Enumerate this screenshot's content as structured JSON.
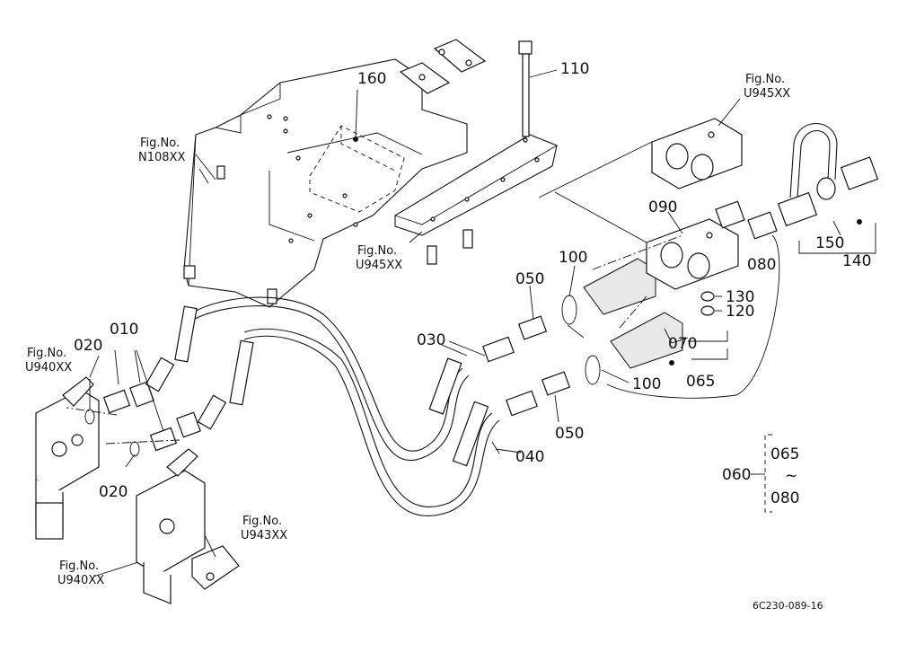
{
  "diagram": {
    "parts": {
      "p010": "010",
      "p020a": "020",
      "p020b": "020",
      "p030": "030",
      "p040": "040",
      "p050a": "050",
      "p050b": "050",
      "p060": "060",
      "p065a": "065",
      "p065b": "065",
      "p070": "070",
      "p080a": "080",
      "p080b": "080",
      "p090": "090",
      "p100a": "100",
      "p100b": "100",
      "p110": "110",
      "p120": "120",
      "p130": "130",
      "p140": "140",
      "p150": "150",
      "p160": "160",
      "tilde": "~"
    },
    "fig_refs": [
      {
        "label": "Fig.No.",
        "code": "N108XX"
      },
      {
        "label": "Fig.No.",
        "code": "U945XX"
      },
      {
        "label": "Fig.No.",
        "code": "U945XX"
      },
      {
        "label": "Fig.No.",
        "code": "U940XX"
      },
      {
        "label": "Fig.No.",
        "code": "U940XX"
      },
      {
        "label": "Fig.No.",
        "code": "U943XX"
      }
    ],
    "drawing_code": "6C230-089-16"
  }
}
